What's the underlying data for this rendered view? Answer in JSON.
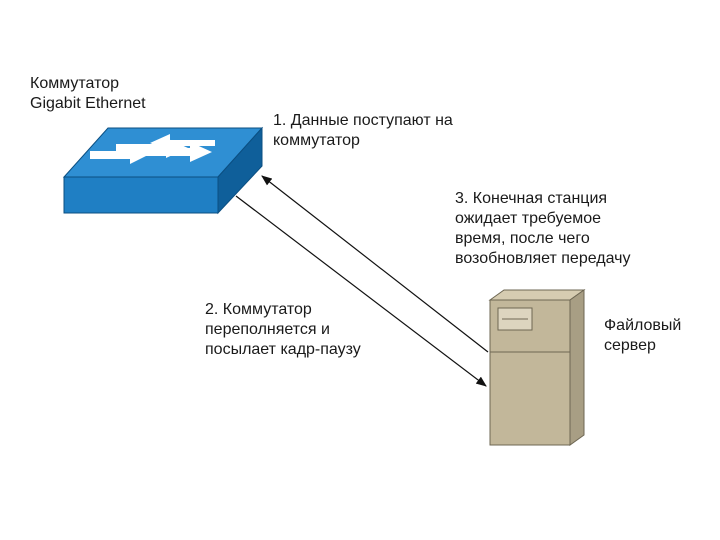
{
  "switch": {
    "label_lines": [
      "Коммутатор",
      "Gigabit Ethernet"
    ],
    "icon": "network-switch-icon",
    "top_color": "#2f8fd3",
    "front_color": "#1f7fc4",
    "side_color": "#0f5f9a"
  },
  "server": {
    "label_lines": [
      "Файловый",
      "сервер"
    ],
    "icon": "file-server-icon",
    "body_color": "#c2b79a",
    "side_color": "#a89e84"
  },
  "steps": [
    {
      "lines": [
        "1. Данные поступают на",
        "коммутатор"
      ]
    },
    {
      "lines": [
        "2. Коммутатор",
        "переполняется и",
        "посылает кадр-паузу"
      ]
    },
    {
      "lines": [
        "3. Конечная станция",
        "ожидает требуемое",
        "время, после чего",
        "возобновляет передачу"
      ]
    }
  ],
  "arrows": [
    {
      "name": "arrow-data-to-switch",
      "from": "server",
      "to": "switch"
    },
    {
      "name": "arrow-pause-to-server",
      "from": "switch",
      "to": "server"
    }
  ]
}
